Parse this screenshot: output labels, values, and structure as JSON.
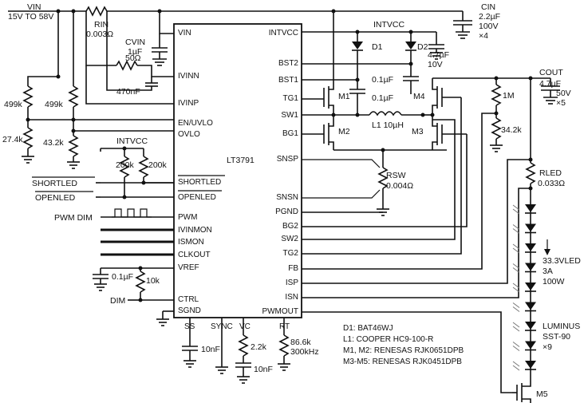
{
  "supply": {
    "vin_label": "VIN",
    "vin_range": "15V TO 58V"
  },
  "rin": {
    "name": "RIN",
    "value": "0.003Ω"
  },
  "cvin": {
    "name": "CVIN",
    "value": "1µF"
  },
  "r50": "50Ω",
  "c470": "470nF",
  "r499a": "499k",
  "r499b": "499k",
  "r274": "27.4k",
  "r432": "43.2k",
  "intvcc_left": "INTVCC",
  "r200a": "200k",
  "r200b": "200k",
  "shortled_ext": "SHORTLED",
  "openled_ext": "OPENLED",
  "pwm_dim": "PWM DIM",
  "c01_vref": "0.1µF",
  "r10k": "10k",
  "dim": "DIM",
  "ic": {
    "name": "LT3791",
    "left_pins": [
      "VIN",
      "IVINN",
      "IVINP",
      "EN/UVLO",
      "OVLO",
      "SHORTLED",
      "OPENLED",
      "PWM",
      "IVINMON",
      "ISMON",
      "CLKOUT",
      "VREF",
      "CTRL",
      "SGND"
    ],
    "right_pins": [
      "INTVCC",
      "BST2",
      "BST1",
      "TG1",
      "SW1",
      "BG1",
      "SNSP",
      "SNSN",
      "PGND",
      "BG2",
      "SW2",
      "TG2",
      "FB",
      "ISP",
      "ISN",
      "PWMOUT"
    ],
    "bottom_pins": [
      "SS",
      "SYNC",
      "VC",
      "RT"
    ]
  },
  "c10nf_ss": "10nF",
  "r22k": "2.2k",
  "c10nf_vc": "10nF",
  "rt": {
    "value": "86.6k",
    "freq": "300kHz"
  },
  "cin": {
    "name": "CIN",
    "value": "2.2µF",
    "rating": "100V",
    "count": "×4"
  },
  "intvcc_top": "INTVCC",
  "d1": "D1",
  "d2": "D2",
  "c47_top": {
    "value": "4.7µF",
    "rating": "10V"
  },
  "c01a": "0.1µF",
  "c01b": "0.1µF",
  "m1": "M1",
  "m2": "M2",
  "m3": "M3",
  "m4": "M4",
  "m5": "M5",
  "l1": "L1 10µH",
  "cout": {
    "name": "COUT",
    "value": "4.7µF",
    "rating": "50V",
    "count": "×5"
  },
  "r1m": "1M",
  "r342": "34.2k",
  "rsw": {
    "name": "RSW",
    "value": "0.004Ω"
  },
  "rled": {
    "name": "RLED",
    "value": "0.033Ω"
  },
  "led_spec": [
    "33.3VLED",
    "3A",
    "100W"
  ],
  "led_part": [
    "LUMINUS",
    "SST-90",
    "×9"
  ],
  "parts": [
    "D1: BAT46WJ",
    "L1: COOPER HC9-100-R",
    "M1, M2: RENESAS RJK0651DPB",
    "M3-M5: RENESAS RJK0451DPB"
  ]
}
